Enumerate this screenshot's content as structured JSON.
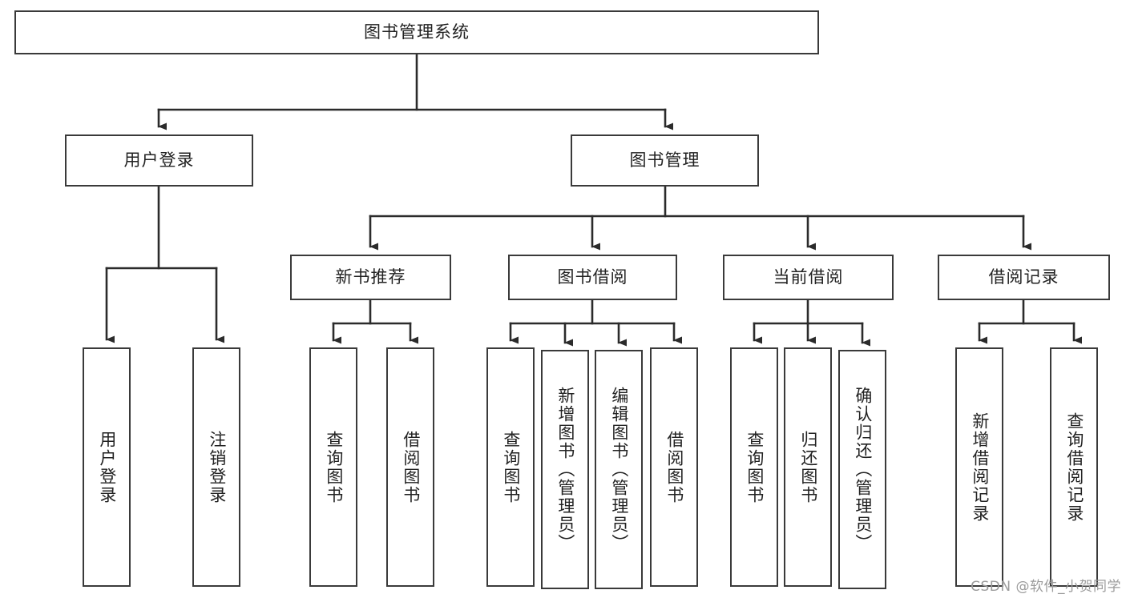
{
  "diagram": {
    "title": "图书管理系统",
    "type": "tree-hierarchy",
    "colors": {
      "box_border": "#3a3a3a",
      "box_fill": "#ffffff",
      "edge": "#2b2b2b",
      "text": "#222222",
      "watermark": "#9b9b9b",
      "background": "#ffffff"
    },
    "root": {
      "label": "图书管理系统"
    },
    "level2": [
      {
        "label": "用户登录"
      },
      {
        "label": "图书管理"
      }
    ],
    "level3": [
      {
        "label": "新书推荐"
      },
      {
        "label": "图书借阅"
      },
      {
        "label": "当前借阅"
      },
      {
        "label": "借阅记录"
      }
    ],
    "leaves": {
      "user_login": [
        {
          "label": "用户登录"
        },
        {
          "label": "注销登录"
        }
      ],
      "new_book_recommend": [
        {
          "label": "查询图书"
        },
        {
          "label": "借阅图书"
        }
      ],
      "book_borrow": [
        {
          "label": "查询图书"
        },
        {
          "label": "新增图书（管理员）"
        },
        {
          "label": "编辑图书（管理员）"
        },
        {
          "label": "借阅图书"
        }
      ],
      "current_borrow": [
        {
          "label": "查询图书"
        },
        {
          "label": "归还图书"
        },
        {
          "label": "确认归还（管理员）"
        }
      ],
      "borrow_record": [
        {
          "label": "新增借阅记录"
        },
        {
          "label": "查询借阅记录"
        }
      ]
    }
  },
  "watermark": {
    "text": "CSDN @软件_小贺同学"
  }
}
